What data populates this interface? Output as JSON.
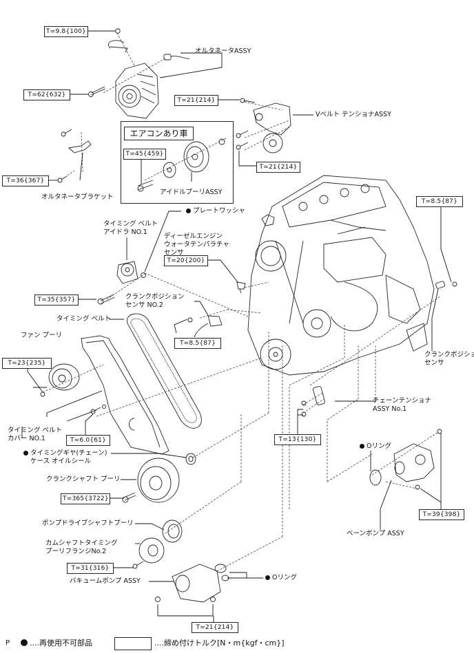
{
  "diagram": {
    "type": "exploded-parts-diagram",
    "subject": "diesel engine timing belt components"
  },
  "torque_labels": {
    "alt_bracket_nut": "T=9.8{100}",
    "alternator_bolt": "T=62{632}",
    "tensioner_top_bolt": "T=21{214}",
    "tensioner_lower_bolts": "T=21{214}",
    "idler_pulley_bolt": "T=45{459}",
    "alt_bracket_bolt": "T=36{367}",
    "crank_sensor_bolt": "T=8.5{87}",
    "water_temp_sensor": "T=20{200}",
    "idler_no1_bolt": "T=35{357}",
    "crank_sensor_no2_bolt": "T=8.5{87}",
    "fan_pulley_nut": "T=23{235}",
    "cover_bolt": "T=6.0{61}",
    "chain_tensioner_bolts": "T=13{130}",
    "crank_pulley_bolt": "T=365{3722}",
    "vane_pump_nuts": "T=39{398}",
    "flange_bolt": "T=31{316}",
    "vacuum_pump_nuts": "T=21{214}"
  },
  "part_labels": {
    "alternator": "オルタネータASSY",
    "v_belt_tensioner": "Vベルト テンショナASSY",
    "inset_title": "エアコンあり車",
    "idler_pulley": "アイドルプーリASSY",
    "alternator_bracket": "オルタネータブラケット",
    "plate_washer": "プレートワッシャ",
    "idler_no1_line1": "タイミング ベルト",
    "idler_no1_line2": "アイドラ NO.1",
    "water_temp_line1": "ディーゼルエンジン",
    "water_temp_line2": "ウォータテンパラチャ",
    "water_temp_line3": "センサ",
    "crank_sensor_no2_line1": "クランクポジション",
    "crank_sensor_no2_line2": "センサ NO.2",
    "timing_belt": "タイミング ベルト",
    "fan_pulley": "ファン プーリ",
    "crank_sensor_line1": "クランクポジション",
    "crank_sensor_line2": "センサ",
    "cover_line1": "タイミング ベルト",
    "cover_line2": "カバー NO.1",
    "oil_seal_line1": "タイミングギヤ(チェーン)",
    "oil_seal_line2": "ケース オイルシール",
    "chain_tensioner_line1": "チェーンテンショナ",
    "chain_tensioner_line2": "ASSY No.1",
    "crank_pulley": "クランクシャフト プーリ",
    "o_ring_vane": "Oリング",
    "vane_pump": "ベーンポンプ ASSY",
    "pump_drive_pulley": "ポンプドライブシャフトプーリ",
    "flange_line1": "カムシャフトタイミング",
    "flange_line2": "プーリフランジNo.2",
    "vacuum_pump": "バキュームポンプ ASSY",
    "o_ring_vacuum": "Oリング"
  },
  "legend": {
    "marker": "P",
    "non_reusable": "....再使用不可部品",
    "torque": "....締め付けトルク[N・m{kgf・cm}]"
  }
}
